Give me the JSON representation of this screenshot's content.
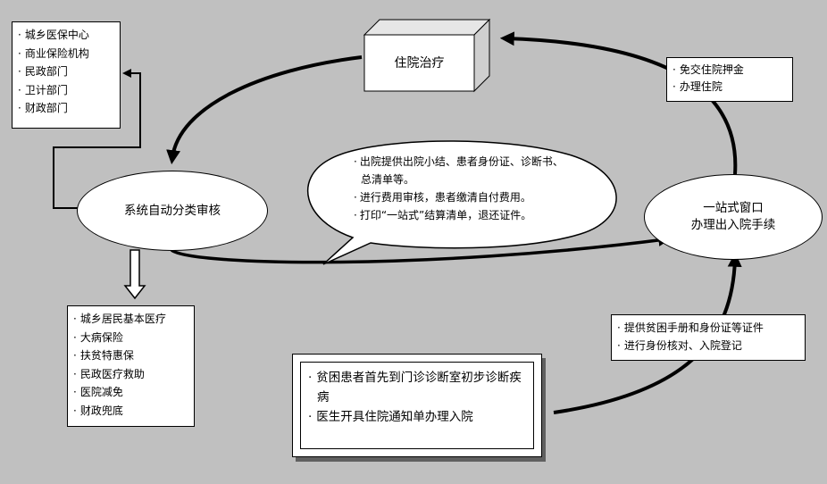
{
  "top_left_list": [
    "城乡医保中心",
    "商业保险机构",
    "民政部门",
    "卫计部门",
    "财政部门"
  ],
  "top_right_list": [
    "免交住院押金",
    "办理住院"
  ],
  "cube_label": "住院治疗",
  "left_ellipse": "系统自动分类审核",
  "right_ellipse": [
    "一站式窗口",
    "办理出入院手续"
  ],
  "speech_bubble": [
    "出院提供出院小结、患者身份证、诊断书、总清单等。",
    "进行费用审核，患者缴清自付费用。",
    "打印“一站式”结算清单，退还证件。"
  ],
  "bottom_left_list": [
    "城乡居民基本医疗",
    "大病保险",
    "扶贫特惠保",
    "民政医疗救助",
    "医院减免",
    "财政兜底"
  ],
  "right_middle_list": [
    "提供贫困手册和身份证等证件",
    "进行身份核对、入院登记"
  ],
  "patient_box": [
    "贫困患者首先到门诊诊断室初步诊断疾病",
    "医生开具住院通知单办理入院"
  ],
  "colors": {
    "background": "#c0c0c0",
    "box_fill": "#ffffff",
    "stroke": "#000000",
    "cube_side": "#d9d9d9"
  }
}
